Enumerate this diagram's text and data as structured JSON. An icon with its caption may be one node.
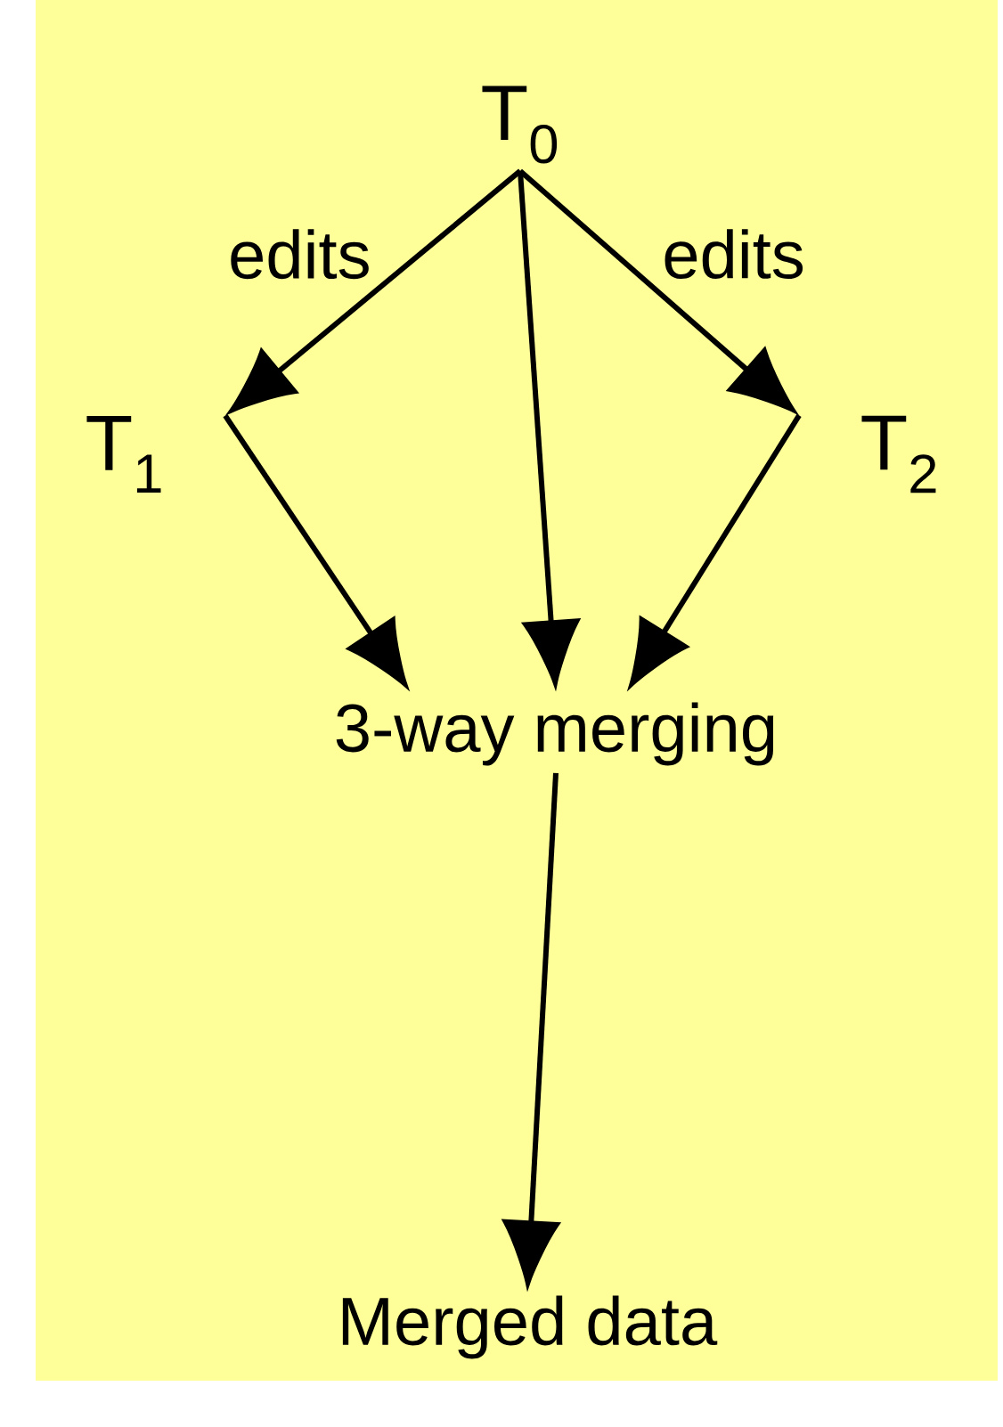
{
  "diagram": {
    "nodes": [
      {
        "text": [
          "T$_{0}$"
        ]
      },
      {
        "text": [
          "T$_{1}$"
        ]
      },
      {
        "text": [
          "T$_{2}$"
        ]
      },
      {
        "text": [
          "3-way merging"
        ]
      },
      {
        "text": [
          "Merged data"
        ]
      }
    ],
    "edges": [
      {
        "from": 0,
        "to": 1,
        "arrow": "to",
        "label": "edits"
      },
      {
        "from": 0,
        "to": 2,
        "arrow": "to",
        "label": "edits"
      },
      {
        "from": 1,
        "to": 3,
        "arrow": "to"
      },
      {
        "from": 0,
        "to": 3,
        "arrow": "to"
      },
      {
        "from": 2,
        "to": 3,
        "arrow": "to"
      },
      {
        "from": 3,
        "to": 4,
        "arrow": "to"
      }
    ]
  }
}
